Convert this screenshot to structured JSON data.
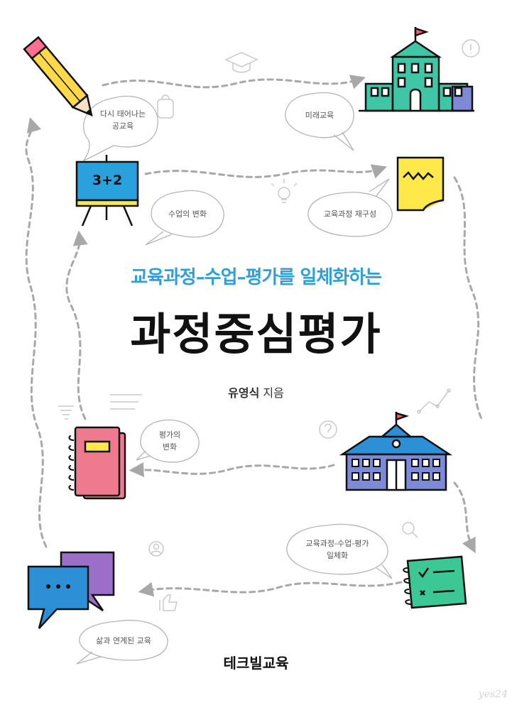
{
  "cover": {
    "subtitle": "교육과정–수업–평가를 일체화하는",
    "title": "과정중심평가",
    "author_name": "유영식",
    "author_role": "지음",
    "publisher": "테크빌교육",
    "watermark": "yes24"
  },
  "bubbles": {
    "public_education": [
      "다시 태어나는",
      "공교육"
    ],
    "future_education": "미래교육",
    "class_change": "수업의 변화",
    "curriculum_reorg": "교육과정 재구성",
    "evaluation_change": [
      "평가의",
      "변화"
    ],
    "integration": [
      "교육과정-수업-평가",
      "일체화"
    ],
    "life_linked": "삶과 연계된 교육"
  },
  "board_text": "3+2",
  "colors": {
    "subtitle": "#2f9fd8",
    "title": "#111111",
    "dashed_path": "#a8a8a8",
    "school_green": "#3fc6a6",
    "school_purple": "#7e8ad6",
    "notebook_pink": "#ef7a8f",
    "sticky_yellow": "#ffe84a",
    "chalkboard_blue": "#2aa0dc",
    "bubble_blue": "#2d8fd6",
    "bubble_purple": "#9b6fc7",
    "checklist_green": "#3cc797"
  }
}
